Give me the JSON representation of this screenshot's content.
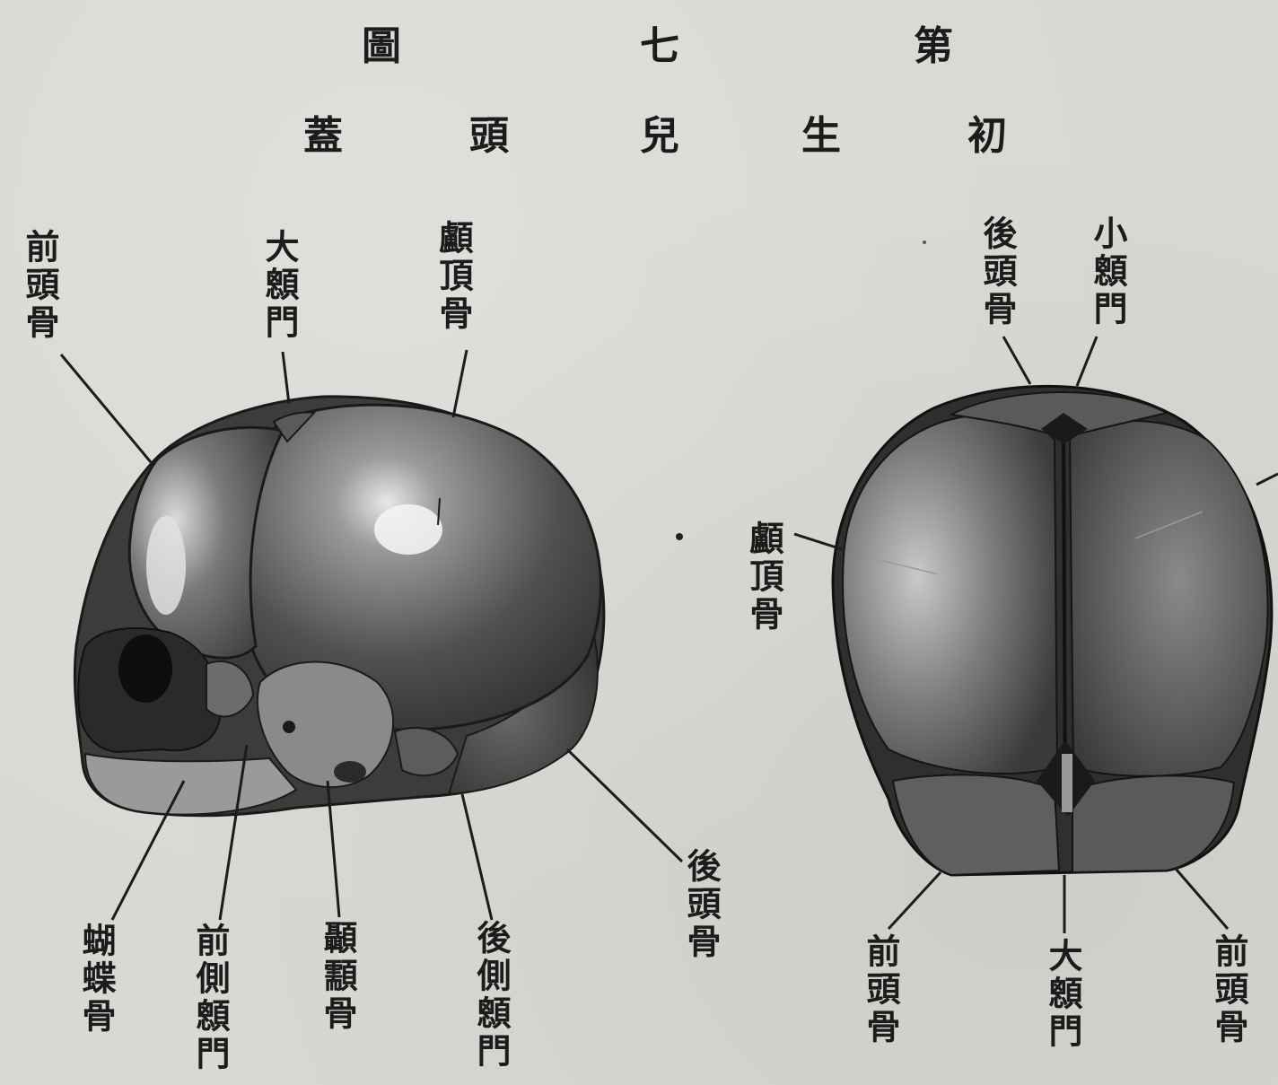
{
  "figure": {
    "number_chars": [
      "第",
      "七",
      "圖"
    ],
    "title_chars": [
      "初",
      "生",
      "兒",
      "頭",
      "蓋"
    ]
  },
  "side_view": {
    "labels": {
      "frontal": "前頭骨",
      "anterior_fontanelle": "大顖門",
      "parietal": "顱頂骨",
      "occipital": "後頭骨",
      "sphenoid": "蝴蝶骨",
      "anterolateral_fontanelle": "前側顖門",
      "temporal": "顳顬骨",
      "posterolateral_fontanelle": "後側顖門"
    }
  },
  "top_view": {
    "labels": {
      "occipital": "後頭骨",
      "posterior_fontanelle": "小顖門",
      "parietal": "顱頂骨",
      "frontal_left": "前頭骨",
      "anterior_fontanelle": "大顖門",
      "frontal_right": "前頭骨"
    }
  },
  "colors": {
    "paper": "#d9d8d3",
    "ink": "#1c1c1c",
    "bone_dark": "#3f3f3f",
    "bone_light": "#cfcfcf"
  }
}
